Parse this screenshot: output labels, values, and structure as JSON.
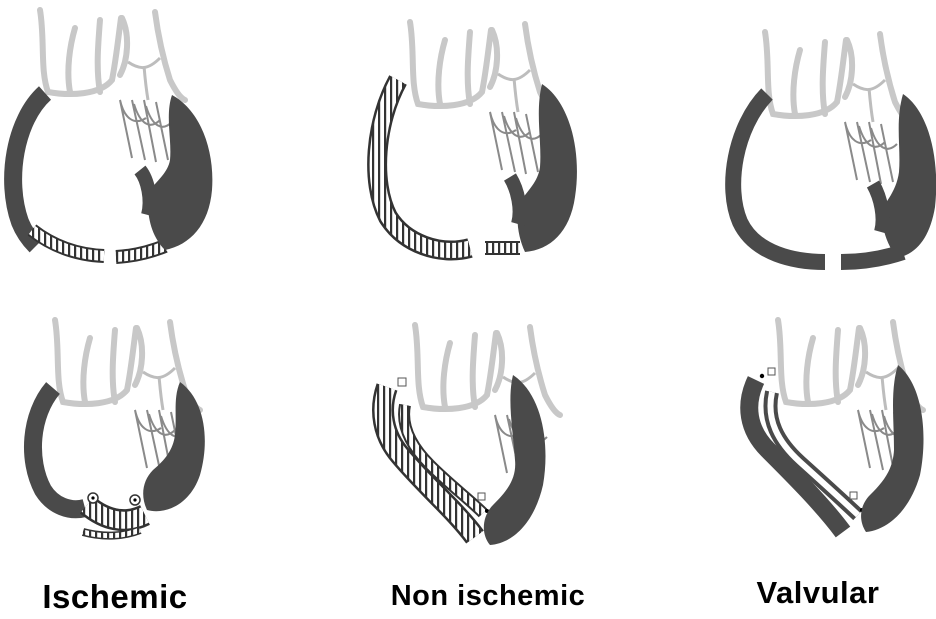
{
  "captions": {
    "ischemic": "Ischemic",
    "non_ischemic": "Non ischemic",
    "valvular": "Valvular"
  },
  "colors": {
    "myocardium": "#4a4a4a",
    "atria": "#c8c8c8",
    "valve_lines": "#8a8a8a",
    "background": "#ffffff"
  },
  "panels": [
    {
      "column": "ischemic",
      "row": "before",
      "lesion": "hatched inferior wall segments"
    },
    {
      "column": "non_ischemic",
      "row": "before",
      "lesion": "hatched free wall"
    },
    {
      "column": "valvular",
      "row": "before",
      "lesion": "none"
    },
    {
      "column": "ischemic",
      "row": "after",
      "lesion": "hatched apical plication"
    },
    {
      "column": "non_ischemic",
      "row": "after",
      "lesion": "hatched elongated free wall"
    },
    {
      "column": "valvular",
      "row": "after",
      "lesion": "outlined elongated free wall"
    }
  ]
}
